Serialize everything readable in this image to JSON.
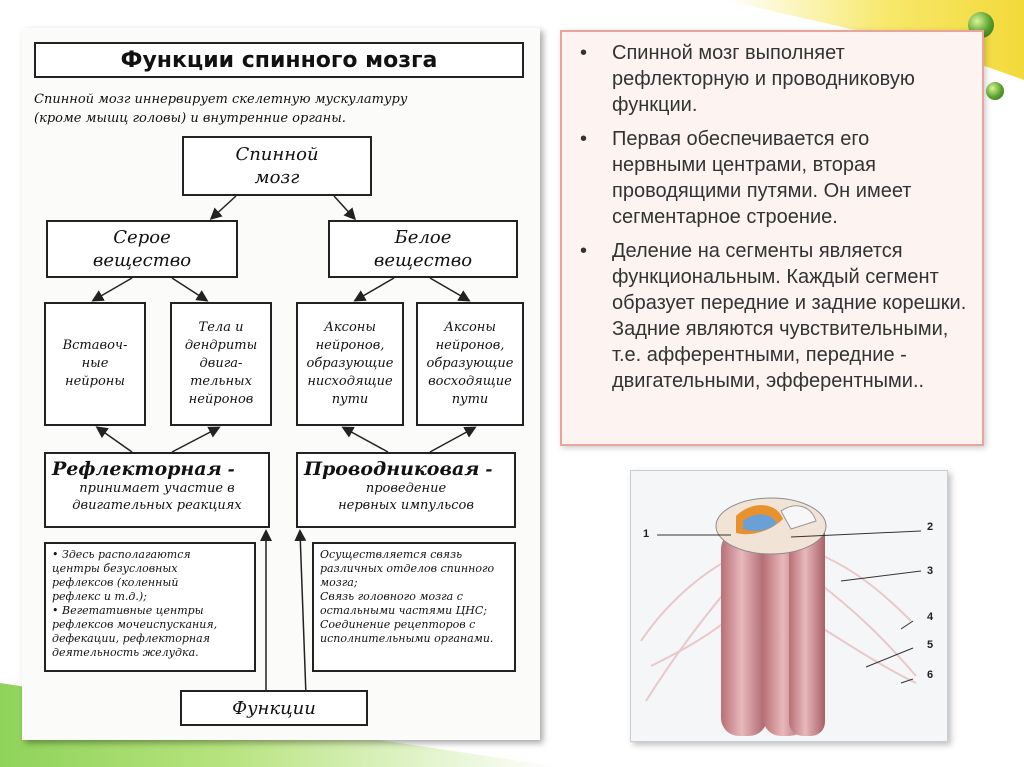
{
  "slide": {
    "accent_colors": {
      "green": "#8fd35a",
      "yellow": "#f3d93a",
      "textbox_border": "#e8a59b"
    }
  },
  "scan": {
    "title": "Функции спинного мозга",
    "intro_line1": "Спинной  мозг  иннервирует  скелетную  мускулатуру",
    "intro_line2": "(кроме мышц головы) и внутренние органы.",
    "root": [
      "Спинной",
      "мозг"
    ],
    "gray": [
      "Серое",
      "вещество"
    ],
    "white": [
      "Белое",
      "вещество"
    ],
    "interneurons": [
      "Вставоч-",
      "ные",
      "нейроны"
    ],
    "bodies": [
      "Тела и",
      "дендриты",
      "двига-",
      "тельных",
      "нейронов"
    ],
    "desc_axons": [
      "Аксоны",
      "нейронов,",
      "образующие",
      "нисходящие",
      "пути"
    ],
    "asc_axons": [
      "Аксоны",
      "нейронов,",
      "образующие",
      "восходящие",
      "пути"
    ],
    "reflex_title": "Рефлекторная",
    "reflex_dash": "-",
    "reflex_sub": [
      "принимает участие в",
      "двигательных реакциях"
    ],
    "conduct_title": "Проводниковая",
    "conduct_dash": "-",
    "conduct_sub": [
      "проведение",
      "нервных импульсов"
    ],
    "reflex_list": [
      "• Здесь располагаются",
      "центры безусловных",
      "рефлексов (коленный",
      "рефлекс и т.д.);",
      "• Вегетативные центры",
      "рефлексов мочеиспускания,",
      "дефекации, рефлекторная",
      "деятельность желудка."
    ],
    "conduct_list": [
      "Осуществляется связь",
      "различных отделов спинного",
      "мозга;",
      "Связь головного мозга с",
      "остальными частями ЦНС;",
      "Соединение рецепторов с",
      "исполнительными органами."
    ],
    "functions": "Функции"
  },
  "textbox": {
    "bullet": "•",
    "items": [
      "Спинной мозг выполняет рефлекторную и проводниковую функции.",
      "Первая обеспечивается его нервными центрами, вторая проводящими путями. Он имеет сегментарное строение.",
      "Деление на сегменты является функциональным. Каждый сегмент образует передние и задние корешки. Задние являются чувствительными, т.е. афферентными, передние - двигательными, эфферентными.."
    ]
  },
  "figure": {
    "labels": [
      "1",
      "2",
      "3",
      "4",
      "5",
      "6"
    ]
  }
}
